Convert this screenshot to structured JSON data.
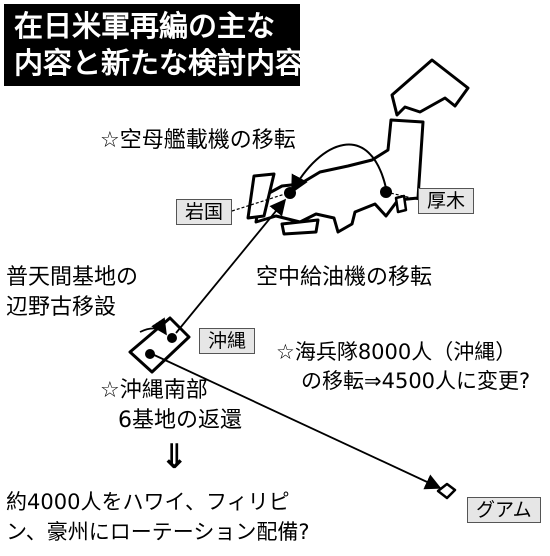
{
  "title": {
    "line1": "在日米軍再編の主な",
    "line2": "内容と新たな検討内容"
  },
  "places": {
    "iwakuni": "岩国",
    "atsugi": "厚木",
    "okinawa": "沖縄",
    "guam": "グアム"
  },
  "notes": {
    "carrier": "☆空母艦載機の移転",
    "futenma_1": "普天間基地の",
    "futenma_2": "辺野古移設",
    "tanker": "空中給油機の移転",
    "marines_1": "☆海兵隊8000人（沖縄）",
    "marines_2": "の移転⇒4500人に変更?",
    "south_1": "☆沖縄南部",
    "south_2": "6基地の返還",
    "down_arrow": "⇓",
    "rotation_1": "約4000人をハワイ、フィリピ",
    "rotation_2": "ン、豪州にローテーション配備?"
  },
  "colors": {
    "title_bg": "#000000",
    "title_fg": "#ffffff",
    "label_bg": "#e6e6e6"
  }
}
